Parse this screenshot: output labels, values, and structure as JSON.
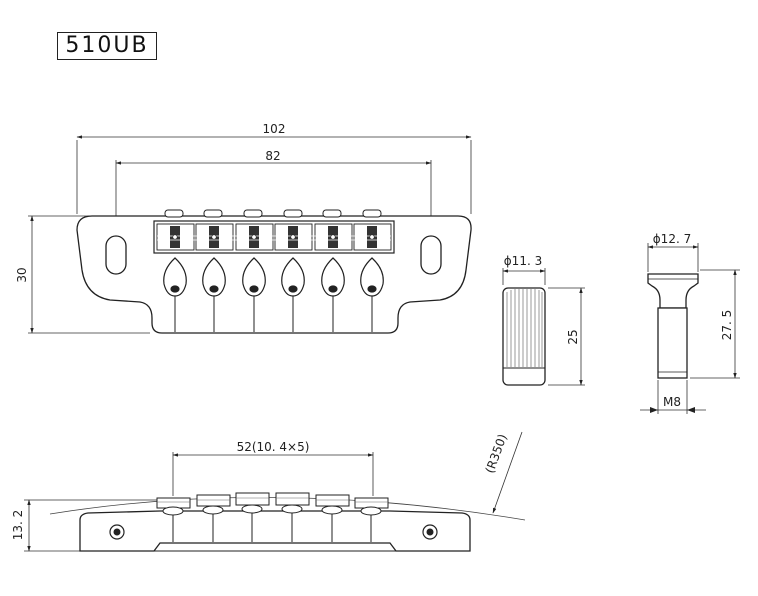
{
  "title": "510UB",
  "dimensions": {
    "overall_width": "102",
    "post_spacing": "82",
    "height": "30",
    "knob_diameter": "ϕ11. 3",
    "knob_length": "25",
    "post_diameter": "ϕ12. 7",
    "post_length": "27. 5",
    "thread": "M8",
    "string_spacing": "52(10. 4×5)",
    "radius": "(R350)",
    "side_height": "13. 2"
  },
  "saddles": {
    "count": 6
  }
}
